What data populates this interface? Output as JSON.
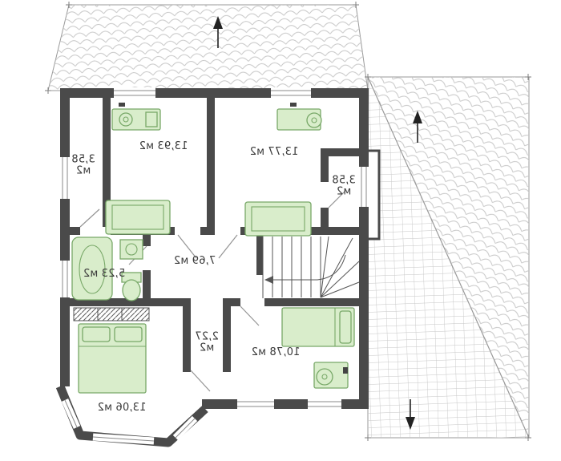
{
  "colors": {
    "wall": "#4a4a4a",
    "roof_line": "#c6c6c6",
    "roof_edge": "#9a9a9a",
    "furniture_fill": "#d9edcb",
    "furniture_stroke": "#78a868",
    "label_color": "#3a3a3a"
  },
  "rooms": [
    {
      "name": "bedroom-top-left",
      "area_label": "13,93 м2"
    },
    {
      "name": "bedroom-top-right",
      "area_label": "13,77 м2"
    },
    {
      "name": "closet-left",
      "area_value": "3,58",
      "area_unit": "м2"
    },
    {
      "name": "closet-right",
      "area_value": "3,58",
      "area_unit": "м2"
    },
    {
      "name": "bathroom",
      "area_label": "5,23 м2"
    },
    {
      "name": "hall",
      "area_label": "7,69 м2"
    },
    {
      "name": "corridor",
      "area_value": "2,27",
      "area_unit": "м2"
    },
    {
      "name": "bedroom-bottom-left",
      "area_label": "13,06 м2"
    },
    {
      "name": "bedroom-bottom-right",
      "area_label": "10,78 м2"
    }
  ]
}
